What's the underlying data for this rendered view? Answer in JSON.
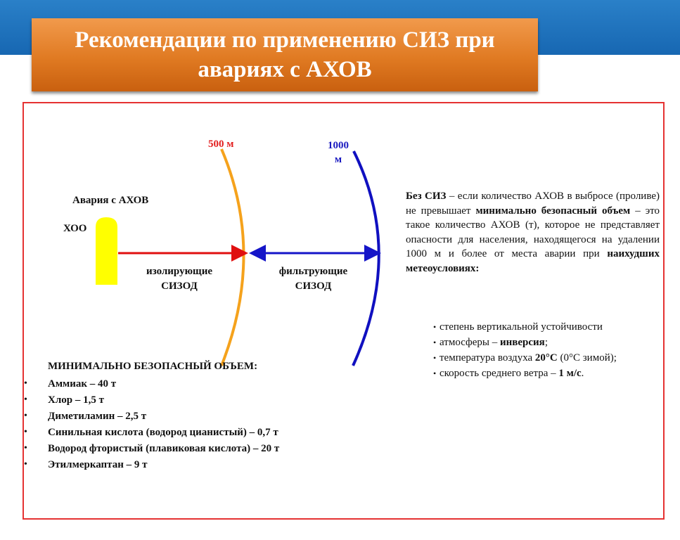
{
  "title": "Рекомендации по применению СИЗ при\nавариях с АХОВ",
  "diagram": {
    "label_500": "500 м",
    "label_1000": "1000\nм",
    "accident_label": "Авария с АХОВ",
    "source_label": "ХОО",
    "zone_isolating": "изолирующие\nСИЗОД",
    "zone_filtering": "фильтрующие\nСИЗОД"
  },
  "description": {
    "p1_bold": "Без СИЗ",
    "p1_text": " – если количество АХОВ в выбросе (проливе) не превышает ",
    "p2_bold": "минимально безопасный объем",
    "p2_text": " – это такое количество АХОВ (т), которое не представляет опасности для населения, находящегося на удалении 1000 м и более от места аварии при ",
    "p3_bold": "наихудших метеоусловиях:"
  },
  "conditions": {
    "c1": "степень вертикальной устойчивости",
    "c2_pre": "атмосферы – ",
    "c2_bold": "инверсия",
    "c2_post": ";",
    "c3_pre": "температура воздуха ",
    "c3_bold": "20°С",
    "c3_post": " (0°С зимой);",
    "c4_pre": "скорость среднего ветра – ",
    "c4_bold": "1 м/с",
    "c4_post": "."
  },
  "substances": {
    "title": "МИНИМАЛЬНО БЕЗОПАСНЫЙ ОБЪЕМ:",
    "items": [
      "Аммиак – 40 т",
      "Хлор – 1,5 т",
      "Диметиламин – 2,5 т",
      "Синильная кислота (водород цианистый) – 0,7 т",
      "Водород фтористый (плавиковая кислота) – 20 т",
      "Этилмеркаптан – 9 т"
    ]
  },
  "colors": {
    "orange_arc": "#f5a21c",
    "blue_arc": "#1010c0",
    "red_arrow": "#e01010",
    "blue_arrow": "#1515c8",
    "source_yellow": "#ffff00",
    "frame_red": "#e53232",
    "title_orange": "#e07a22",
    "band_blue": "#1767b2"
  }
}
